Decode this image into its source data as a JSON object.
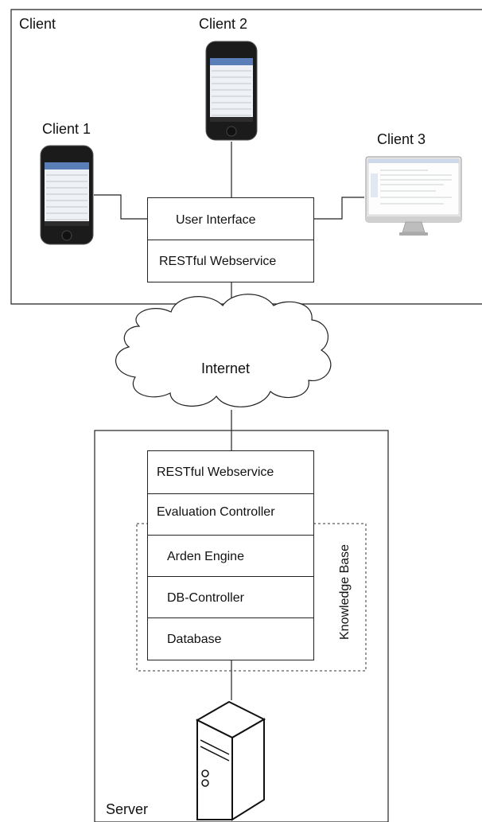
{
  "client_zone": {
    "label": "Client"
  },
  "server_zone": {
    "label": "Server"
  },
  "clients": [
    {
      "label": "Client 1",
      "icon": "smartphone-icon"
    },
    {
      "label": "Client 2",
      "icon": "smartphone-icon"
    },
    {
      "label": "Client 3",
      "icon": "desktop-monitor-icon"
    }
  ],
  "client_stack": [
    "User Interface",
    "RESTful Webservice"
  ],
  "network": {
    "label": "Internet",
    "icon": "cloud-icon"
  },
  "server_stack": [
    "RESTful Webservice",
    "Evaluation Controller",
    "Arden Engine",
    "DB-Controller",
    "Database"
  ],
  "knowledge_base": {
    "label": "Knowledge Base"
  },
  "server_machine": {
    "icon": "server-tower-icon"
  }
}
